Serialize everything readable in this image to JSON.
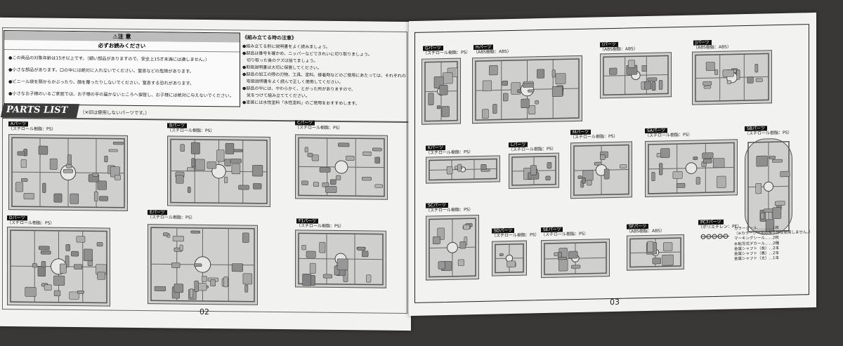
{
  "left_page": {
    "warning": {
      "title": "⚠注 意",
      "subtitle": "必ずお読みください",
      "lines": [
        "●この商品の対象年齢は15才以上です。（細い部品がありますので、安全上15才未満には適しません。）",
        "●小さな部品があります。口の中には絶対に入れないでください。窒息などの危険があります。",
        "●ビニール袋を頭からかぶったり、顔を覆ったりしないでください。窒息する恐れがあります。",
        "●小さなお子様のいるご家庭では、お子様の手の届かないところへ保管し、お子様には絶対に与えないでください。"
      ]
    },
    "assembly": {
      "title": "《組み立てる時の注意》",
      "lines": [
        "●組み立てる前に説明書をよく読みましょう。",
        "●部品は番号を確かめ、ニッパーなどできれいに切り取りましょう。",
        "　切り取った後のクズは捨てましょう。",
        "●取扱説明書は大切に保管してください。",
        "●部品の加工の際の刃物、工具、塗料、接着剤などのご使用にあたっては、それぞれの",
        "　取扱説明書をよく読んで正しく使用してください。",
        "●部品の中には、やわらかく、とがった所がありますので、",
        "　気をつけて組み立ててください。",
        "●塗装には水性塗料「水性塗料」のご使用をおすすめします。"
      ]
    },
    "parts_list_title": "PARTS LIST",
    "parts_list_note": "（✕印は使用しないパーツです。）",
    "sprues": [
      {
        "name": "Aパーツ",
        "material": "（スチロール樹脂：PS）"
      },
      {
        "name": "Bパーツ",
        "material": "（スチロール樹脂：PS）"
      },
      {
        "name": "Cパーツ",
        "material": "（スチロール樹脂：PS）"
      },
      {
        "name": "Dパーツ",
        "material": "（スチロール樹脂：PS）"
      },
      {
        "name": "Eパーツ",
        "material": "（スチロール樹脂：PS）"
      },
      {
        "name": "F1パーツ",
        "material": "（スチロール樹脂：PS）"
      }
    ],
    "page_number": "02"
  },
  "right_page": {
    "sprues": [
      {
        "name": "Gパーツ",
        "material": "（スチロール樹脂：PS）"
      },
      {
        "name": "Hパーツ",
        "material": "（ABS樹脂：ABS）"
      },
      {
        "name": "Iパーツ",
        "material": "（ABS樹脂：ABS）"
      },
      {
        "name": "Jパーツ",
        "material": "（ABS樹脂：ABS）"
      },
      {
        "name": "Kパーツ",
        "material": "（スチロール樹脂：PS）"
      },
      {
        "name": "Lパーツ",
        "material": "（スチロール樹脂：PS）"
      },
      {
        "name": "Mパーツ",
        "material": "（スチロール樹脂：PS）"
      },
      {
        "name": "SAパーツ",
        "material": "（スチロール樹脂：PS）"
      },
      {
        "name": "SBパーツ",
        "material": "（スチロール樹脂：PS）"
      },
      {
        "name": "SCパーツ",
        "material": "（スチロール樹脂：PS）"
      },
      {
        "name": "SDパーツ",
        "material": "（スチロール樹脂：PS）"
      },
      {
        "name": "SEパーツ",
        "material": "（スチロール樹脂：PS）"
      },
      {
        "name": "SFパーツ",
        "material": "（ABS樹脂：ABS）"
      },
      {
        "name": "PC7パーツ",
        "material": "（ポリエチレン：PE）"
      }
    ],
    "notes": [
      "カラーシール…………1枚",
      "（※カラーシールの余り分は使用しません。）",
      "マーキングシール……2枚",
      "水転写式デカール……2種",
      "金属シャフト（長）…2本",
      "金属シャフト（黒）…2本",
      "金属シャフト（太）…1本"
    ],
    "page_number": "03"
  }
}
